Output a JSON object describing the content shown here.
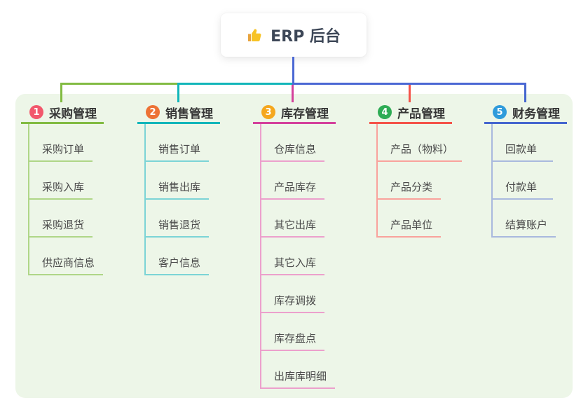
{
  "root": {
    "icon": "thumbs-up-icon",
    "label": "ERP 后台"
  },
  "colors": {
    "panel_bg": "#EDF6E8",
    "root_connector": "#4B68D4",
    "root_text": "#3d4757",
    "thumb_yellow": "#F7C325"
  },
  "branches": [
    {
      "num": "1",
      "label": "采购管理",
      "badge_color": "#F2586C",
      "line_color": "#82BB42",
      "child_line_color": "#AFD687",
      "children": [
        "采购订单",
        "采购入库",
        "采购退货",
        "供应商信息"
      ]
    },
    {
      "num": "2",
      "label": "销售管理",
      "badge_color": "#ED7235",
      "line_color": "#12B6BA",
      "child_line_color": "#7CD4D6",
      "children": [
        "销售订单",
        "销售出库",
        "销售退货",
        "客户信息"
      ]
    },
    {
      "num": "3",
      "label": "库存管理",
      "badge_color": "#F5A71E",
      "line_color": "#D4419C",
      "child_line_color": "#ECA0CC",
      "children": [
        "仓库信息",
        "产品库存",
        "其它出库",
        "其它入库",
        "库存调拨",
        "库存盘点",
        "出库库明细"
      ]
    },
    {
      "num": "4",
      "label": "产品管理",
      "badge_color": "#2EAC55",
      "line_color": "#F45349",
      "child_line_color": "#F9A29C",
      "children": [
        "产品（物料）",
        "产品分类",
        "产品单位"
      ]
    },
    {
      "num": "5",
      "label": "财务管理",
      "badge_color": "#2F9BDB",
      "line_color": "#4566CF",
      "child_line_color": "#A9B9DE",
      "children": [
        "回款单",
        "付款单",
        "结算账户"
      ]
    }
  ]
}
